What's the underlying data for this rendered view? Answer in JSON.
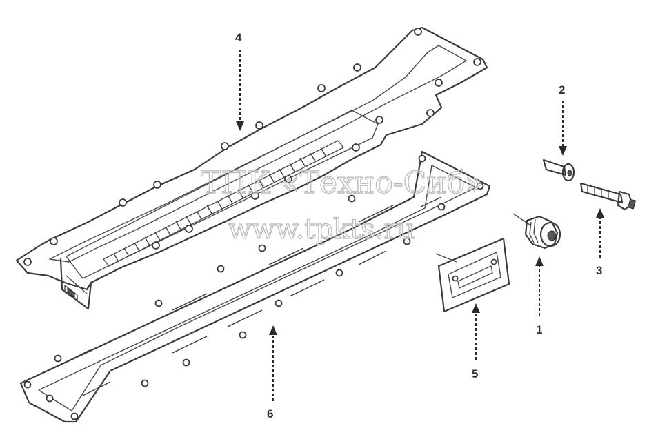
{
  "callouts": [
    "1",
    "2",
    "3",
    "4",
    "5",
    "6"
  ],
  "watermark": {
    "line1": "ТПК «Техно-Сиб»",
    "line2": "www.tpkts.ru"
  },
  "colors": {
    "line": "#3a3a3a",
    "watermark": "#bdbdbd",
    "background": "#ffffff"
  }
}
